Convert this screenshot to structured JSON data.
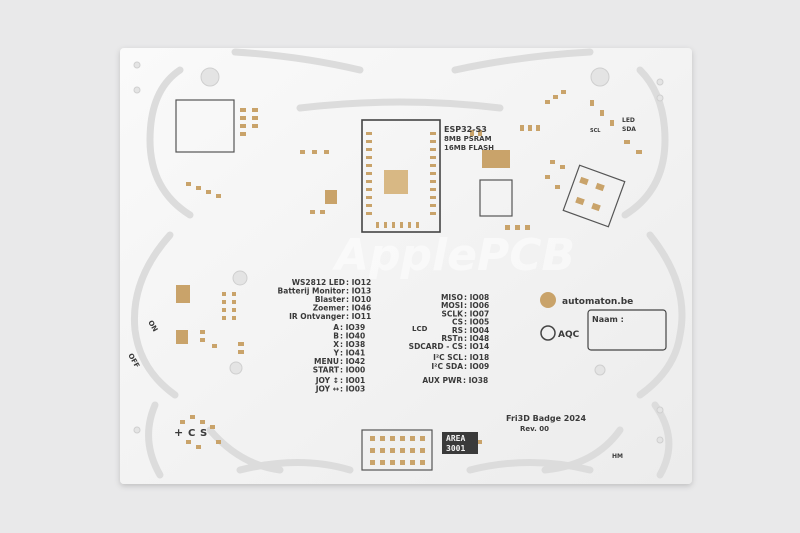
{
  "board": {
    "title": "Fri3D Badge 2024",
    "revision": "Rev. 00",
    "website": "automaton.be",
    "name_box_label": "Naam :",
    "area_logo_line1": "AREA",
    "area_logo_line2": "3001",
    "mcu_line1": "ESP32-S3",
    "mcu_line2": "8MB PSRAM",
    "mcu_line3": "16MB FLASH",
    "aqc_logo": "AQC",
    "watermark": "ApplePCB",
    "corner_mark": "HM",
    "colors": {
      "pcb": "#f3f3f3",
      "background": "#e9e9ea",
      "pads": "#c9a36a",
      "silkscreen": "#3a3a3a"
    }
  },
  "pins_left": [
    {
      "label": "WS2812 LED",
      "pin": ": IO12"
    },
    {
      "label": "Batterij Monitor",
      "pin": ": IO13"
    },
    {
      "label": "Blaster",
      "pin": ": IO10"
    },
    {
      "label": "Zoemer",
      "pin": ": IO46"
    },
    {
      "label": "IR Ontvanger",
      "pin": ": IO11"
    }
  ],
  "buttons": [
    {
      "label": "A",
      "pin": ": IO39"
    },
    {
      "label": "B",
      "pin": ": IO40"
    },
    {
      "label": "X",
      "pin": ": IO38"
    },
    {
      "label": "Y",
      "pin": ": IO41"
    },
    {
      "label": "MENU",
      "pin": ": IO42"
    },
    {
      "label": "START",
      "pin": ": IO00"
    }
  ],
  "joystick": [
    {
      "label": "JOY ↕",
      "pin": ": IO01"
    },
    {
      "label": "JOY ↔",
      "pin": ": IO03"
    }
  ],
  "spi": [
    {
      "label": "MISO",
      "pin": ": IO08"
    },
    {
      "label": "MOSI",
      "pin": ": IO06"
    },
    {
      "label": "SCLK",
      "pin": ": IO07"
    },
    {
      "label": "CS",
      "pin": ": IO05"
    },
    {
      "label": "RS",
      "pin": ": IO04"
    },
    {
      "label": "RSTn",
      "pin": ": IO48"
    },
    {
      "label": "SDCARD - CS",
      "pin": ": IO14"
    }
  ],
  "i2c": [
    {
      "label": "I²C SCL",
      "pin": ": IO18"
    },
    {
      "label": "I²C SDA",
      "pin": ": IO09"
    }
  ],
  "aux": {
    "label": "AUX PWR",
    "pin": ": IO38"
  },
  "misc_labels": {
    "lcd": "LCD",
    "led": "LED",
    "sda": "SDA",
    "scl": "SCL",
    "on": "ON",
    "off": "OFF",
    "plus": "+",
    "c": "C",
    "s": "S"
  }
}
